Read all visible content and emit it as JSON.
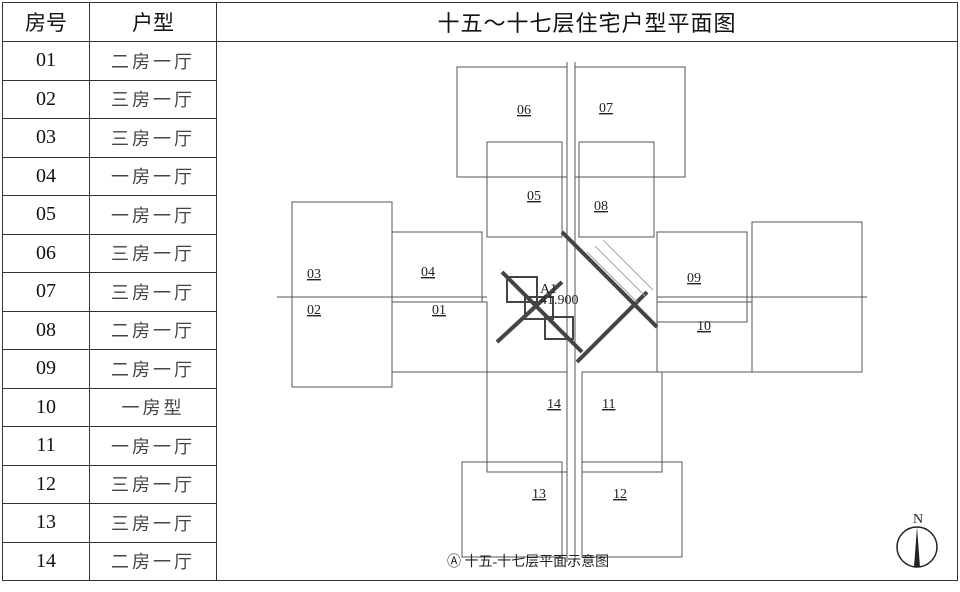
{
  "table": {
    "headers": {
      "room_no": "房号",
      "unit_type": "户型",
      "plan_title": "十五～十七层住宅户型平面图"
    },
    "rows": [
      {
        "no": "01",
        "type": "二房一厅"
      },
      {
        "no": "02",
        "type": "三房一厅"
      },
      {
        "no": "03",
        "type": "三房一厅"
      },
      {
        "no": "04",
        "type": "一房一厅"
      },
      {
        "no": "05",
        "type": "一房一厅"
      },
      {
        "no": "06",
        "type": "三房一厅"
      },
      {
        "no": "07",
        "type": "三房一厅"
      },
      {
        "no": "08",
        "type": "二房一厅"
      },
      {
        "no": "09",
        "type": "二房一厅"
      },
      {
        "no": "10",
        "type": "一房型"
      },
      {
        "no": "11",
        "type": "一房一厅"
      },
      {
        "no": "12",
        "type": "三房一厅"
      },
      {
        "no": "13",
        "type": "三房一厅"
      },
      {
        "no": "14",
        "type": "二房一厅"
      }
    ]
  },
  "plan": {
    "unit_labels": [
      "01",
      "02",
      "03",
      "04",
      "05",
      "06",
      "07",
      "08",
      "09",
      "10",
      "11",
      "12",
      "13",
      "14"
    ],
    "core_label": "A1",
    "elevation": "41.900",
    "caption": "Ⓐ 十五-十七层平面示意图",
    "north_label": "N"
  }
}
